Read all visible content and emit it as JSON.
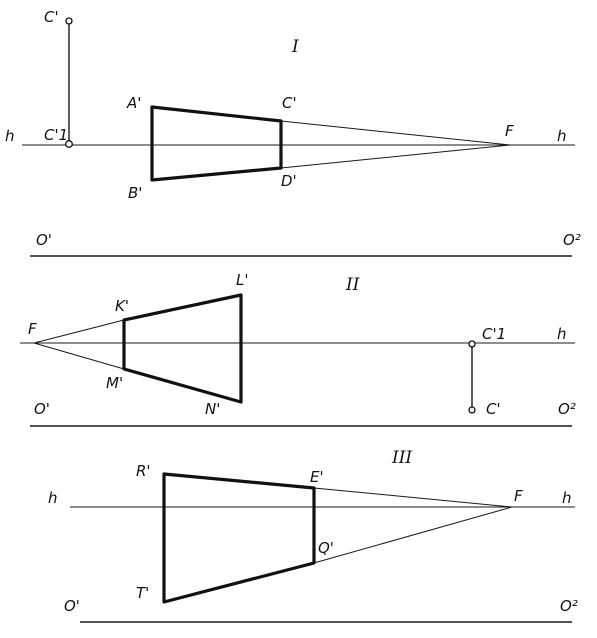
{
  "figure_1": {
    "roman": "I",
    "labels": {
      "h_left": "h",
      "h_right": "h",
      "c_top": "C'",
      "c1": "C'1",
      "a": "A'",
      "b": "B'",
      "c": "C'",
      "d": "D'",
      "f": "F"
    }
  },
  "figure_2": {
    "roman": "II",
    "labels": {
      "o1_top": "O'",
      "o2_top": "O²",
      "f": "F",
      "k": "K'",
      "l": "L'",
      "m": "M'",
      "n": "N'",
      "c1": "C'1",
      "h": "h",
      "c_bottom": "C'",
      "o1": "O'",
      "o2": "O²"
    }
  },
  "figure_3": {
    "roman": "III",
    "labels": {
      "h_left": "h",
      "h_right": "h",
      "r": "R'",
      "e": "E'",
      "f": "F",
      "q": "Q'",
      "t": "T'",
      "o1": "O'",
      "o2": "O²"
    }
  }
}
